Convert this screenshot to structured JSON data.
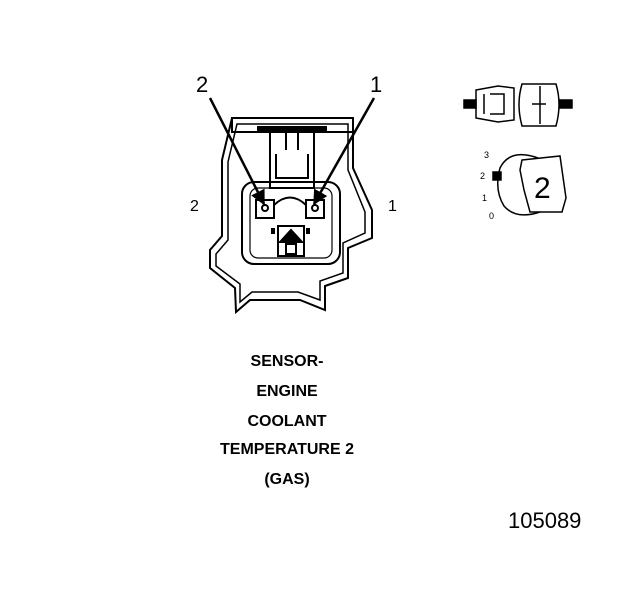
{
  "connector": {
    "callout_1": "1",
    "callout_2": "2",
    "side_left": "2",
    "side_right": "1"
  },
  "locking_key": {
    "positions": [
      "3",
      "2",
      "1",
      "0"
    ],
    "number": "2"
  },
  "title_lines": [
    "SENSOR-",
    "ENGINE",
    "COOLANT",
    "TEMPERATURE 2",
    "(GAS)"
  ],
  "reference_number": "105089"
}
